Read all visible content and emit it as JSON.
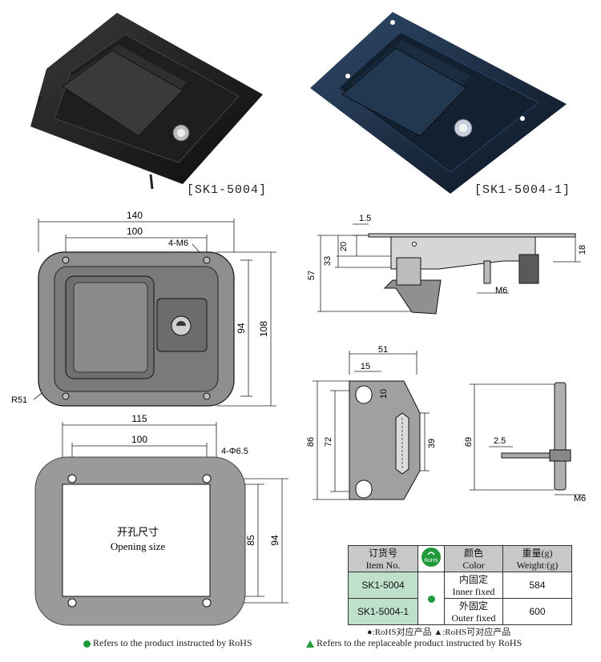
{
  "photos": {
    "left_caption": "[SK1-5004]",
    "right_caption": "[SK1-5004-1]"
  },
  "front_view": {
    "dim_overall_width": "140",
    "dim_hole_spacing": "100",
    "dim_holes": "4-M6",
    "dim_hole_height": "94",
    "dim_overall_height": "108",
    "dim_radius": "R51"
  },
  "side_view": {
    "dim_flange": "1.5",
    "dim_20": "20",
    "dim_33": "33",
    "dim_57": "57",
    "dim_18": "18",
    "dim_thread": "M6"
  },
  "cutout_view": {
    "dim_width": "115",
    "dim_hole_spacing": "100",
    "dim_holes": "4-Φ6.5",
    "dim_85": "85",
    "dim_94": "94",
    "label_cn": "开孔尺寸",
    "label_en": "Opening size"
  },
  "back_view": {
    "dim_51": "51",
    "dim_15": "15",
    "dim_10": "10",
    "dim_86": "86",
    "dim_72": "72",
    "dim_39": "39"
  },
  "bolt_view": {
    "dim_69": "69",
    "dim_2_5": "2.5",
    "dim_thread": "M6"
  },
  "table": {
    "h_item_cn": "订货号",
    "h_item_en": "Item No.",
    "h_rohs": "RoHS",
    "h_color_cn": "颜色",
    "h_color_en": "Color",
    "h_weight_cn": "重量(g)",
    "h_weight_en": "Weight:(g)",
    "rows": [
      {
        "item": "SK1-5004",
        "color_cn": "内固定",
        "color_en": "Inner fixed",
        "weight": "584"
      },
      {
        "item": "SK1-5004-1",
        "color_cn": "外固定",
        "color_en": "Outer fixed",
        "weight": "600"
      }
    ],
    "note_cn": "●:RoHS对应产品  ▲:RoHS可对应产品"
  },
  "legend": {
    "rohs_text": "Refers to the product instructed by RoHS",
    "replaceable_text": "Refers to the replaceable product instructed by RoHS"
  },
  "colors": {
    "rohs_green": "#1f9a3a",
    "row_green": "#bfe1cb",
    "header_gray": "#c8c8c8"
  }
}
